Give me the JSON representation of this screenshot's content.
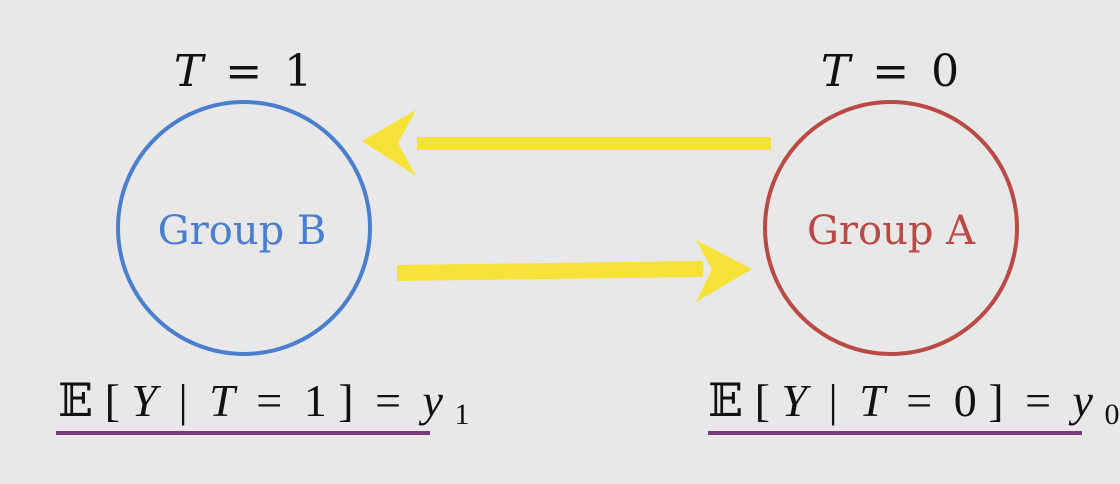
{
  "left_node": {
    "top_label_var": "T",
    "top_label_eq": "=",
    "top_label_val": "1",
    "name": "Group B",
    "color": "#4a7fd0",
    "expectation": {
      "bb": "𝔼",
      "open": "[",
      "var": "Y",
      "bar": "|",
      "cond_var": "T",
      "eq1": "=",
      "cond_val": "1",
      "close": "]",
      "eq2": "=",
      "result_var": "y",
      "result_sub": "1"
    }
  },
  "right_node": {
    "top_label_var": "T",
    "top_label_eq": "=",
    "top_label_val": "0",
    "name": "Group A",
    "color": "#b94a44",
    "expectation": {
      "bb": "𝔼",
      "open": "[",
      "var": "Y",
      "bar": "|",
      "cond_var": "T",
      "eq1": "=",
      "cond_val": "0",
      "close": "]",
      "eq2": "=",
      "result_var": "y",
      "result_sub": "0"
    }
  },
  "colors": {
    "arrow": "#f7e23a",
    "underline": "#7a3a78",
    "text": "#111111",
    "background": "#e8e8e8"
  }
}
